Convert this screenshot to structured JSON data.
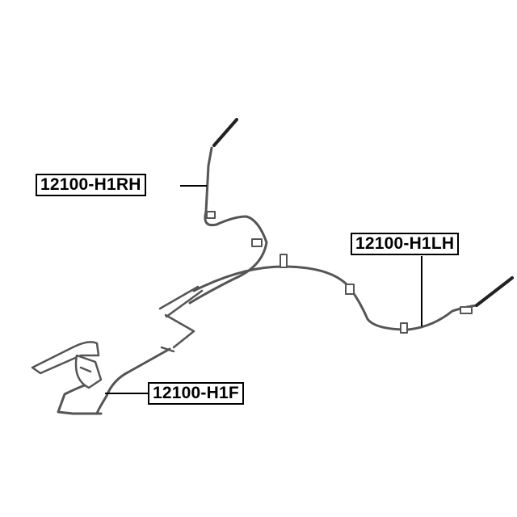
{
  "diagram": {
    "type": "parts-callout",
    "subject": "parking brake cable assembly",
    "colors": {
      "line": "#000000",
      "outline": "#555555",
      "background": "#ffffff"
    },
    "callouts": [
      {
        "id": "rh",
        "label": "12100-H1RH",
        "points_to": "right-hand rear cable"
      },
      {
        "id": "lh",
        "label": "12100-H1LH",
        "points_to": "left-hand rear cable"
      },
      {
        "id": "f",
        "label": "12100-H1F",
        "points_to": "front cable from lever"
      }
    ]
  }
}
